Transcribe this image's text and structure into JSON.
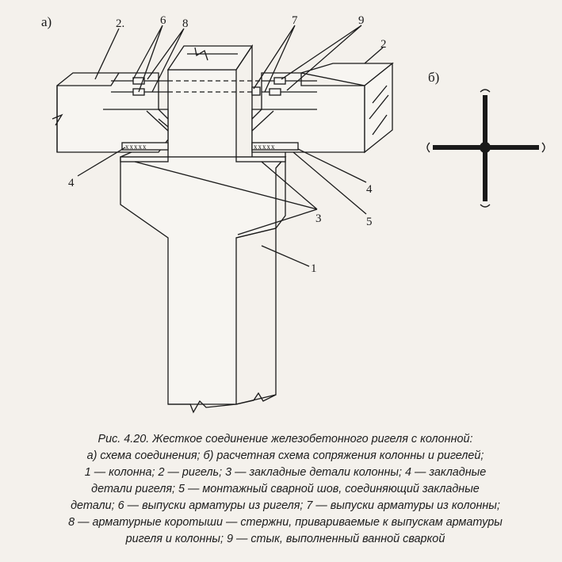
{
  "diagram": {
    "panel_a_label": "а)",
    "panel_b_label": "б)",
    "labels": {
      "l1": "1",
      "l2_left": "2.",
      "l2_right": "2",
      "l3": "3",
      "l4_left": "4",
      "l4_right": "4",
      "l5": "5",
      "l6": "6",
      "l7": "7",
      "l8": "8",
      "l9": "9"
    }
  },
  "caption": {
    "lines": [
      "Рис. 4.20. Жесткое соединение железобетонного ригеля с колонной:",
      "а) схема соединения; б) расчетная схема сопряжения колонны и ригелей;",
      "1 — колонна; 2 — ригель; 3 — закладные детали колонны; 4 — закладные",
      "детали ригеля; 5 — монтажный сварной шов, соединяющий закладные",
      "детали; 6 — выпуски арматуры из ригеля; 7 — выпуски арматуры из колонны;",
      "8 — арматурные коротыши — стержни, привариваемые к выпускам арматуры",
      "ригеля и колонны; 9 — стык, выполненный ванной сваркой"
    ]
  }
}
